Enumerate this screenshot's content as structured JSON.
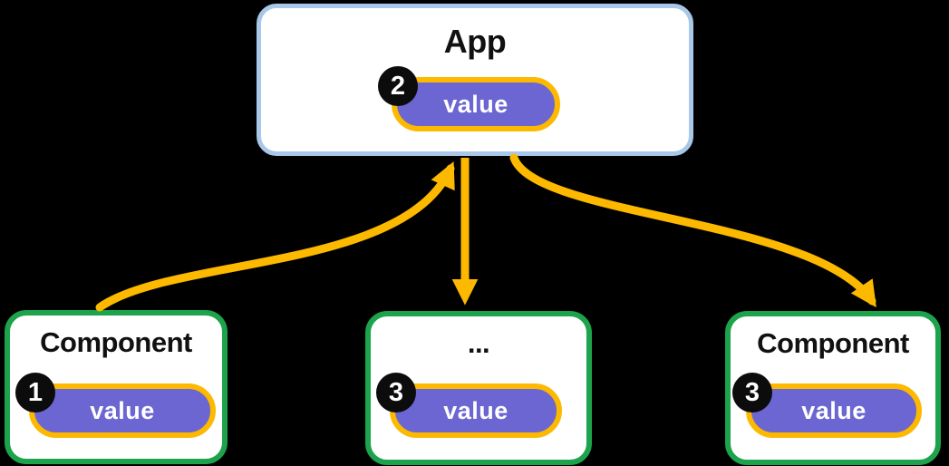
{
  "nodes": {
    "app": {
      "title": "App",
      "badge": "2",
      "value_label": "value"
    },
    "component_left": {
      "title": "Component",
      "badge": "1",
      "value_label": "value"
    },
    "component_middle": {
      "title": "...",
      "badge": "3",
      "value_label": "value"
    },
    "component_right": {
      "title": "Component",
      "badge": "3",
      "value_label": "value"
    }
  },
  "arrows": [
    {
      "from": "component_left",
      "to": "app",
      "style": "curved",
      "direction": "up"
    },
    {
      "from": "app",
      "to": "component_middle",
      "style": "straight",
      "direction": "down"
    },
    {
      "from": "app",
      "to": "component_right",
      "style": "curved",
      "direction": "down"
    }
  ],
  "colors": {
    "background": "#000000",
    "app_border": "#a8c7e9",
    "component_border": "#1ca34b",
    "arrow": "#fcb900",
    "pill_fill": "#6b66d2",
    "pill_border": "#fcb900",
    "badge_background": "#0c0c0c",
    "badge_text": "#ffffff",
    "value_text": "#ffffff",
    "title_text": "#111111"
  }
}
